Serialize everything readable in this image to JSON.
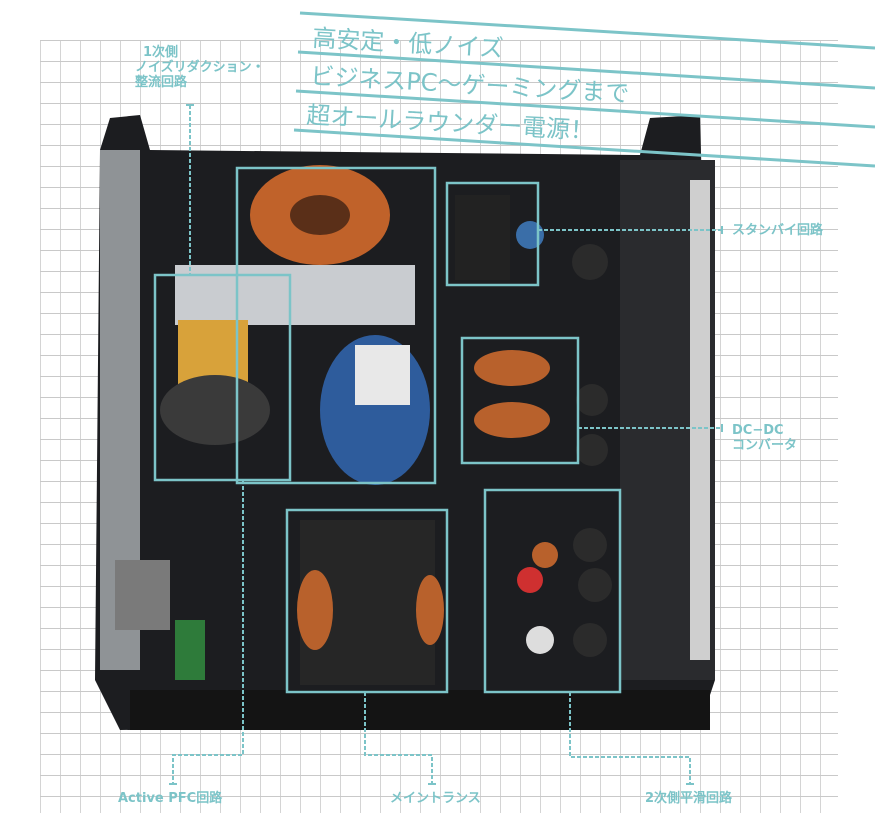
{
  "headline": {
    "line1": "高安定・低ノイズ",
    "line2": "ビジネスPC～ゲーミングまで",
    "line3": "超オールラウンダー電源！"
  },
  "labels": {
    "primary": [
      "1次側",
      "ノイズリダクション・",
      "整流回路"
    ],
    "standby": "スタンバイ回路",
    "dcdc": [
      "DC−DC",
      "コンバータ"
    ],
    "pfc": "Active PFC回路",
    "transformer": "メイントランス",
    "secondary": "2次側平滑回路"
  },
  "colors": {
    "accent": "#7cc4c8",
    "chassis": "#1c1d20"
  }
}
